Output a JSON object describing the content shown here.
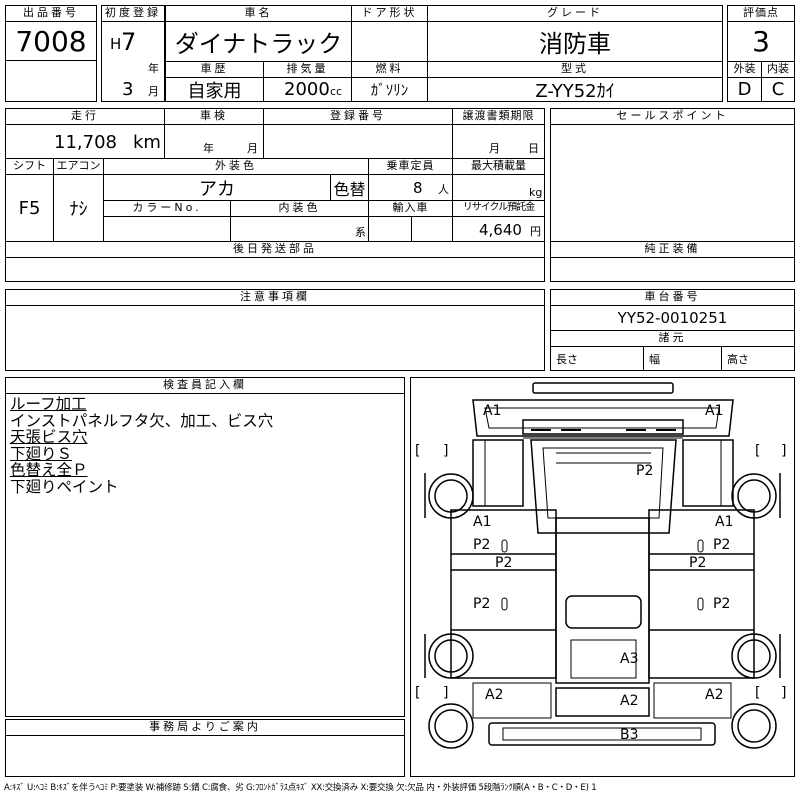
{
  "row1": {
    "lot_label": "出品番号",
    "lot_no": "7008",
    "first_reg_label": "初度登録",
    "era": "H",
    "reg_year": "7",
    "year_unit": "年",
    "reg_month": "3",
    "month_unit": "月",
    "car_name_label": "車名",
    "car_name": "ダイナトラック",
    "door_label": "ドア形状",
    "door_value": "",
    "grade_label": "グレード",
    "grade_value": "消防車",
    "score_label": "評価点",
    "score_value": "3",
    "history_label": "車歴",
    "history_value": "自家用",
    "displacement_label": "排気量",
    "displacement_value": "2000",
    "displacement_unit": "cc",
    "fuel_label": "燃料",
    "fuel_value": "ｶﾞｿﾘﾝ",
    "model_label": "型式",
    "model_value": "Z-YY52ｶｲ",
    "exterior_label": "外装",
    "exterior_value": "D",
    "interior_label": "内装",
    "interior_value": "C"
  },
  "row2": {
    "mileage_label": "走行",
    "mileage_value": "11,708",
    "mileage_unit": "km",
    "inspection_label": "車検",
    "insp_year_unit": "年",
    "insp_month_unit": "月",
    "plate_label": "登録番号",
    "plate_value": "",
    "doc_label": "譲渡書類期限",
    "doc_month": "月",
    "doc_day": "日",
    "shift_label": "シフト",
    "shift_value": "F5",
    "ac_label": "エアコン",
    "ac_value": "ﾅｼ",
    "color_label": "外装色",
    "color_value": "アカ",
    "color_change": "色替",
    "capacity_label": "乗車定員",
    "capacity_value": "8",
    "capacity_unit": "人",
    "load_label": "最大積載量",
    "load_unit": "kg",
    "color_no_label": "カラーNo.",
    "int_color_label": "内装色",
    "int_color_unit": "系",
    "import_label": "輸入車",
    "recycle_label": "リサイクル預託金",
    "recycle_value": "4,640",
    "recycle_unit": "円",
    "sales_point_label": "セールスポイント",
    "later_parts_label": "後日発送部品",
    "genuine_equip_label": "純正装備"
  },
  "row3": {
    "caution_label": "注意事項欄",
    "chassis_label": "車台番号",
    "chassis_value": "YY52-0010251",
    "dims_label": "諸元",
    "length_label": "長さ",
    "width_label": "幅",
    "height_label": "高さ"
  },
  "inspector": {
    "label": "検査員記入欄",
    "notes": [
      "ルーフ加工",
      "インストパネルフタ欠、加工、ビス穴",
      "天張ビス穴",
      "下廻りＳ",
      "色替え全Ｐ",
      "下廻りペイント"
    ]
  },
  "office": {
    "label": "事務局よりご案内"
  },
  "damage": {
    "top_left": "A1",
    "top_right": "A1",
    "hood": "P2",
    "left_a1": "A1",
    "right_a1": "A1",
    "left_p2_upper": "P2",
    "right_p2_upper": "P2",
    "left_p2_mid": "P2",
    "right_p2_mid": "P2",
    "left_p2_lower": "P2",
    "right_p2_lower": "P2",
    "rear_a3": "A3",
    "rear_a2_center": "A2",
    "rear_a2_left": "A2",
    "rear_a2_right": "A2",
    "bumper_b3": "B3",
    "bracket_open": "[",
    "bracket_close": "]"
  },
  "legend": "A:ｷｽﾞ U:ﾍｺﾐ B:ｷｽﾞを伴うﾍｺﾐ P:要塗装 W:補修跡 S:錆 C:腐食、劣 G:ﾌﾛﾝﾄｶﾞﾗｽ点ｷｽﾞ XX:交換済み X:要交換 欠:欠品 内・外装評価 5段階ﾗﾝｸ順(A・B・C・D・E) 1"
}
